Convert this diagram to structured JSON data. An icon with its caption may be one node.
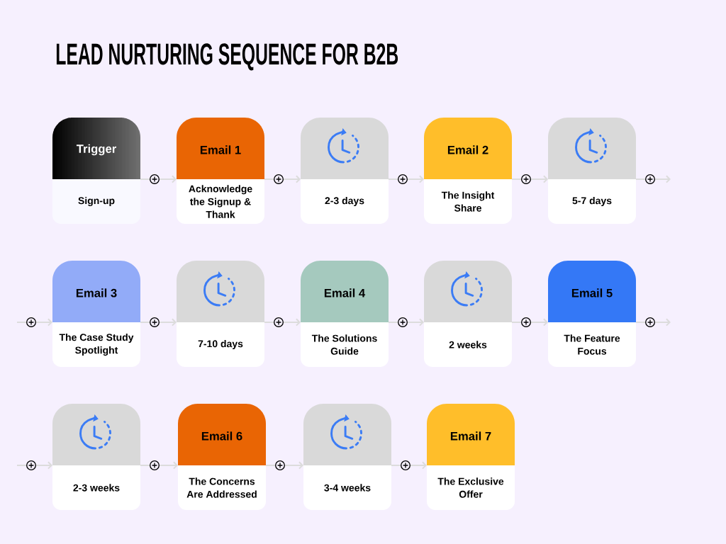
{
  "diagram": {
    "title": "LEAD NURTURING SEQUENCE FOR B2B",
    "nodes": [
      {
        "text": [
          "Trigger",
          "Sign-up"
        ]
      },
      {
        "text": [
          "Email 1",
          "Acknowledge the Signup & Thank"
        ]
      },
      {
        "text": [
          "2-3 days"
        ]
      },
      {
        "text": [
          "Email 2",
          "The Insight Share"
        ]
      },
      {
        "text": [
          "5-7 days"
        ]
      },
      {
        "text": [
          "Email 3",
          "The Case Study Spotlight"
        ]
      },
      {
        "text": [
          "7-10 days"
        ]
      },
      {
        "text": [
          "Email 4",
          "The Solutions Guide"
        ]
      },
      {
        "text": [
          "2 weeks"
        ]
      },
      {
        "text": [
          "Email 5",
          "The Feature Focus"
        ]
      },
      {
        "text": [
          "2-3 weeks"
        ]
      },
      {
        "text": [
          "Email 6",
          "The Concerns Are Addressed"
        ]
      },
      {
        "text": [
          "3-4 weeks"
        ]
      },
      {
        "text": [
          "Email 7",
          "The Exclusive Offer"
        ]
      }
    ],
    "edges": [
      {
        "from": 0,
        "to": 1,
        "arrow": "to"
      },
      {
        "from": 1,
        "to": 2,
        "arrow": "to"
      },
      {
        "from": 2,
        "to": 3,
        "arrow": "to"
      },
      {
        "from": 3,
        "to": 4,
        "arrow": "to"
      },
      {
        "from": 4,
        "to": null,
        "arrow": "to"
      },
      {
        "from": null,
        "to": 5,
        "arrow": "to"
      },
      {
        "from": 5,
        "to": 6,
        "arrow": "to"
      },
      {
        "from": 6,
        "to": 7,
        "arrow": "to"
      },
      {
        "from": 7,
        "to": 8,
        "arrow": "to"
      },
      {
        "from": 8,
        "to": 9,
        "arrow": "to"
      },
      {
        "from": 9,
        "to": null,
        "arrow": "to"
      },
      {
        "from": null,
        "to": 10,
        "arrow": "to"
      },
      {
        "from": 10,
        "to": 11,
        "arrow": "to"
      },
      {
        "from": 11,
        "to": 12,
        "arrow": "to"
      },
      {
        "from": 12,
        "to": 13,
        "arrow": "to"
      }
    ]
  }
}
